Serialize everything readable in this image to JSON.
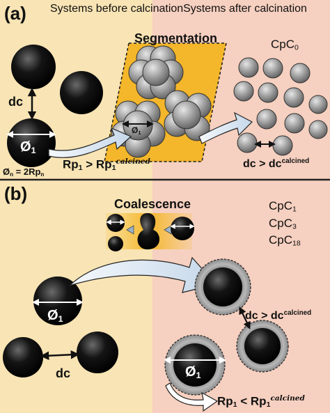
{
  "panel_a": {
    "letter": "(a)",
    "header_before": "Systems before calcination",
    "header_after": "Systems after calcination",
    "segmentation": "Segmentation",
    "sample": {
      "base": "CpC",
      "sub": "0"
    },
    "dc": "dc",
    "phi": {
      "base": "Ø",
      "sub": "1"
    },
    "formula": {
      "a": "Ø",
      "a_sub": "n",
      "b": " = 2Rp",
      "b_sub": "n"
    },
    "rp_relation": {
      "left": "Rp",
      "left_sub": "1",
      "op": " > ",
      "right": "Rp",
      "right_sub": "1",
      "right_sup": "calcined"
    },
    "dc_relation": {
      "left": "dc > dc",
      "sup": "calcined"
    }
  },
  "panel_b": {
    "letter": "(b)",
    "coalescence": "Coalescence",
    "samples": [
      {
        "base": "CpC",
        "sub": "1"
      },
      {
        "base": "CpC",
        "sub": "3"
      },
      {
        "base": "CpC",
        "sub": "18"
      }
    ],
    "dc": "dc",
    "phi": {
      "base": "Ø",
      "sub": "1"
    },
    "dc_relation": {
      "left": "dc > dc",
      "sup": "calcined"
    },
    "rp_relation": {
      "left": "Rp",
      "left_sub": "1",
      "op": " < ",
      "right": "Rp",
      "right_sub": "1",
      "right_sup": "calcined"
    }
  },
  "colors": {
    "before_bg": "#f8e4b4",
    "after_bg": "#f6d0c0",
    "segmentation_box": "#f4b62a",
    "particle_black": "#111111",
    "particle_grey": "#8a8a8a",
    "arrow_fill": "#dfeaf4"
  }
}
